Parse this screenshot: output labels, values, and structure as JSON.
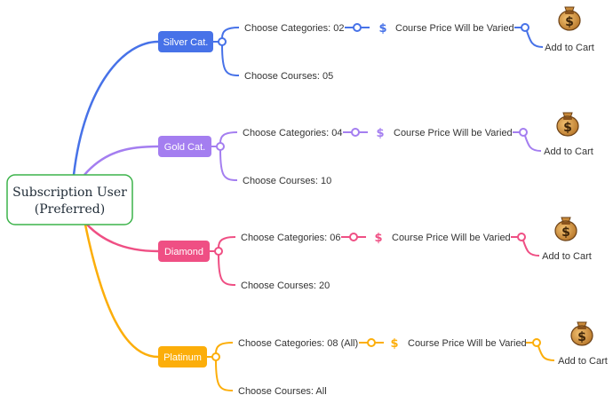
{
  "root": {
    "label_line1": "Subscription User",
    "label_line2": "(Preferred)",
    "border_color": "#3cb34a"
  },
  "tiers": [
    {
      "name": "Silver Cat.",
      "color": "#4772e8",
      "categories": "Choose Categories: 02",
      "courses": "Choose Courses: 05",
      "price_icon": "$",
      "price": "Course Price Will be Varied",
      "cart_icon": "money-bag-icon",
      "cart": "Add to Cart"
    },
    {
      "name": "Gold Cat.",
      "color": "#a47ef0",
      "categories": "Choose Categories: 04",
      "courses": "Choose Courses: 10",
      "price_icon": "$",
      "price": "Course Price Will be Varied",
      "cart_icon": "money-bag-icon",
      "cart": "Add to Cart"
    },
    {
      "name": "Diamond",
      "color": "#ef4f84",
      "categories": "Choose Categories: 06",
      "courses": "Choose Courses: 20",
      "price_icon": "$",
      "price": "Course Price Will be Varied",
      "cart_icon": "money-bag-icon",
      "cart": "Add to Cart"
    },
    {
      "name": "Platinum",
      "color": "#fcae0a",
      "categories": "Choose Categories: 08 (All)",
      "courses": "Choose Courses: All",
      "price_icon": "$",
      "price": "Course Price Will be Varied",
      "cart_icon": "money-bag-icon",
      "cart": "Add to Cart"
    }
  ]
}
